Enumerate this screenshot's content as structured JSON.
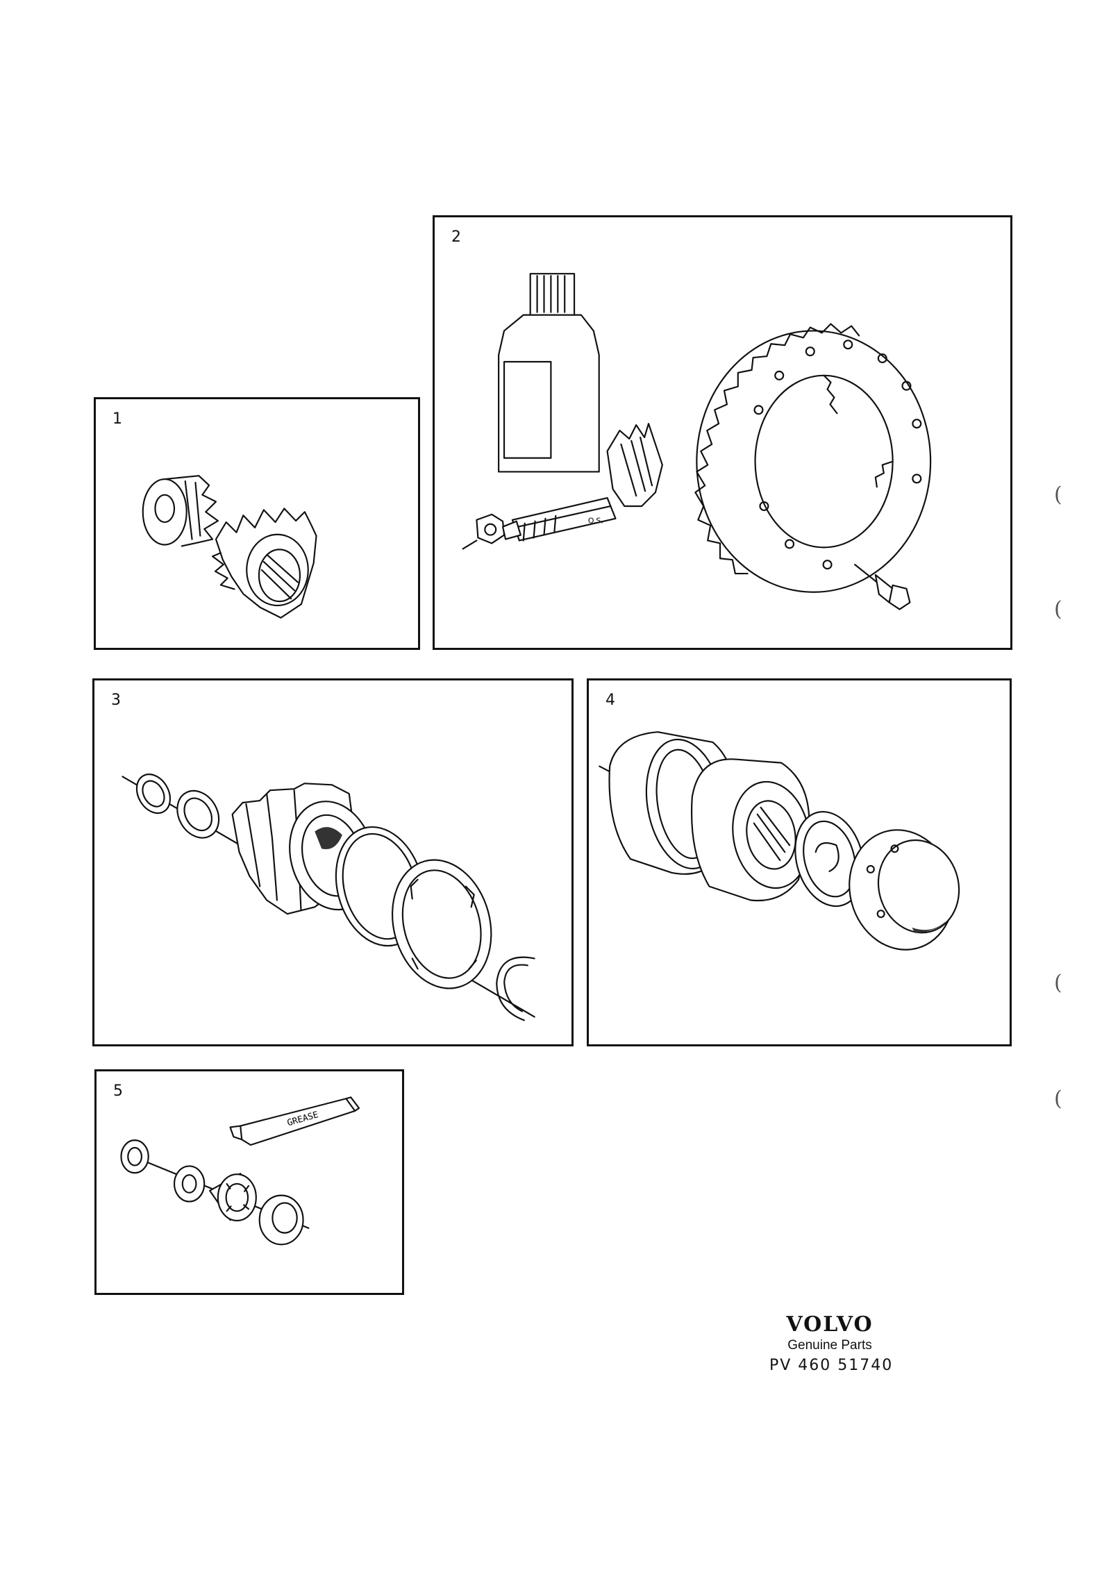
{
  "panels": [
    {
      "number": "1",
      "icon": "bevel-gears-icon"
    },
    {
      "number": "2",
      "icon": "crown-wheel-pinion-kit-icon"
    },
    {
      "number": "3",
      "icon": "cv-joint-boot-kit-icon"
    },
    {
      "number": "4",
      "icon": "cv-joint-housing-icon"
    },
    {
      "number": "5",
      "icon": "bearing-seal-kit-icon"
    }
  ],
  "grease_label": "GREASE",
  "oil_can_mark": "O.S.",
  "margin_marks": [
    "(",
    "(",
    "(",
    "("
  ],
  "footer": {
    "brand": "VOLVO",
    "subtitle": "Genuine Parts",
    "part_number": "PV  460 51740"
  }
}
